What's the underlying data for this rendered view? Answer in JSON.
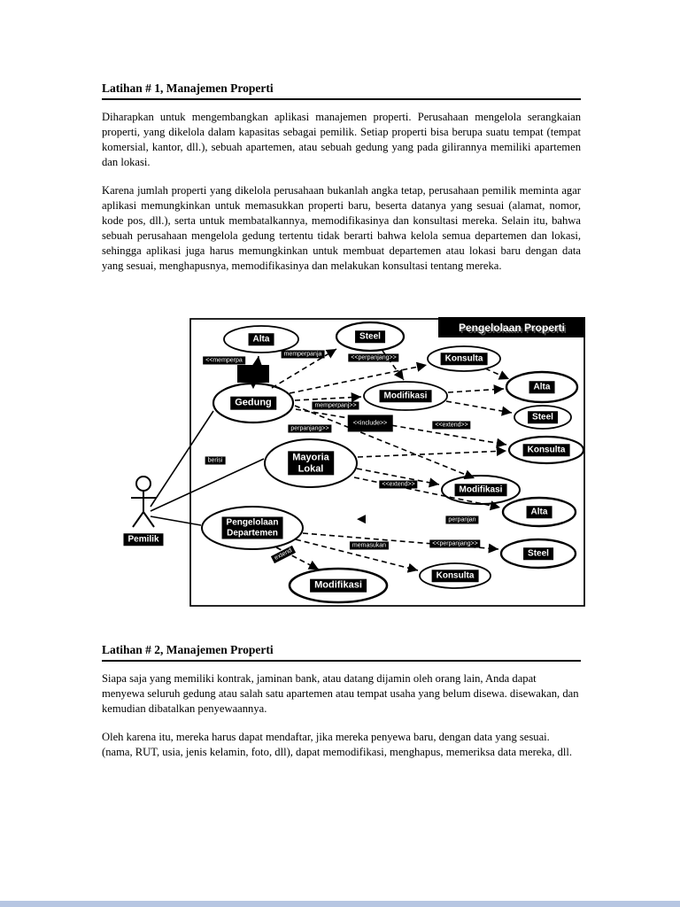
{
  "colors": {
    "bottom_bar": "#b7c6e2",
    "label_bg": "#000000",
    "label_fg": "#ffffff"
  },
  "section1": {
    "title": "Latihan # 1, Manajemen Properti",
    "para1": "Diharapkan untuk mengembangkan aplikasi manajemen properti. Perusahaan mengelola serangkaian properti, yang dikelola dalam kapasitas sebagai pemilik. Setiap properti bisa berupa suatu tempat (tempat komersial, kantor, dll.), sebuah apartemen, atau sebuah gedung yang pada gilirannya memiliki apartemen dan lokasi.",
    "para2": "Karena jumlah properti yang dikelola perusahaan bukanlah angka tetap, perusahaan pemilik meminta agar aplikasi memungkinkan untuk memasukkan properti baru, beserta datanya yang sesuai (alamat, nomor, kode pos, dll.), serta untuk membatalkannya, memodifikasinya dan konsultasi mereka. Selain itu, bahwa sebuah perusahaan mengelola gedung tertentu tidak berarti bahwa kelola semua departemen dan lokasi, sehingga aplikasi juga harus memungkinkan untuk membuat departemen atau lokasi baru dengan data yang sesuai, menghapusnya, memodifikasinya dan melakukan konsultasi tentang mereka."
  },
  "section2": {
    "title": "Latihan # 2, Manajemen Properti",
    "para1": "Siapa saja yang memiliki kontrak, jaminan bank, atau datang dijamin oleh orang lain, Anda dapat menyewa seluruh gedung atau salah satu apartemen atau tempat usaha yang belum disewa. disewakan, dan kemudian dibatalkan penyewaannya.",
    "para2": "Oleh karena itu, mereka harus dapat mendaftar, jika mereka penyewa baru, dengan data yang sesuai. (nama, RUT, usia, jenis kelamin, foto, dll), dapat memodifikasi, menghapus, memeriksa data mereka, dll."
  },
  "diagram": {
    "title": "Pengelolaan Properti",
    "actor": "Pemilik",
    "nodes": {
      "alta_top": "Alta",
      "steel_top": "Steel",
      "konsulta_top": "Konsulta",
      "gedung": "Gedung",
      "modifikasi_mid": "Modifikasi",
      "alta_r1": "Alta",
      "steel_r1": "Steel",
      "konsulta_r1": "Konsulta",
      "modifikasi_r": "Modifikasi",
      "alta_r2": "Alta",
      "steel_r2": "Steel",
      "mayoria_1": "Mayoria",
      "mayoria_2": "Lokal",
      "departemen_1": "Pengelolaan",
      "departemen_2": "Departemen",
      "modifikasi_bottom": "Modifikasi",
      "konsulta_bottom": "Konsulta"
    },
    "stereotypes": {
      "s1": "<<memperpa",
      "s2": "memperpanja",
      "s3": "<<perpanjang>>",
      "s4": "memperpanj>>",
      "s5": "perpanjang>>",
      "s6": "berisi",
      "s7": "<<extend>>",
      "s8": "<<extend>>",
      "s9": "<<include>>",
      "s10": "perpanjan",
      "s11": "<<perpanjang>>",
      "s12": "memasukan",
      "s13": "extend"
    }
  }
}
